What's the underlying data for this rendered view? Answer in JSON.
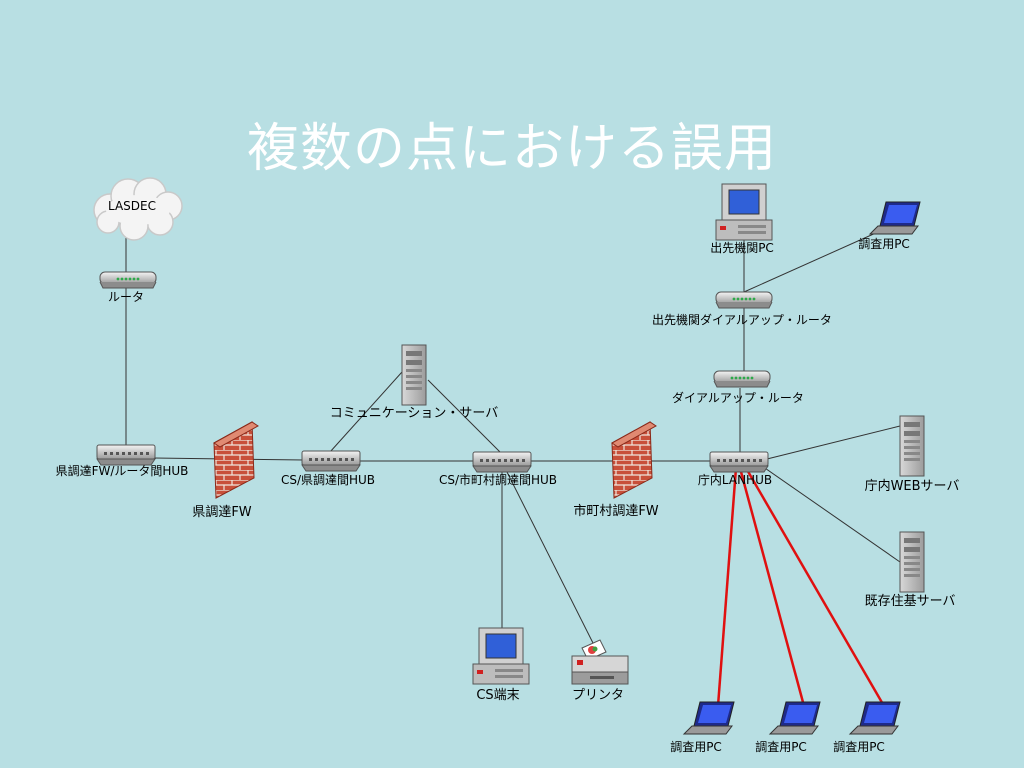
{
  "title": "複数の点における誤用",
  "colors": {
    "background": "#b8dfe3",
    "title": "#ffffff",
    "highlight_link": "#e01010",
    "link": "#333333"
  },
  "labels": {
    "lasdec": "LASDEC",
    "router": "ルータ",
    "pref_fw_router_hub": "県調達FW/ルータ間HUB",
    "pref_fw": "県調達FW",
    "cs_pref_hub": "CS/県調達間HUB",
    "comm_server": "コミュニケーション・サーバ",
    "cs_muni_hub": "CS/市町村調達間HUB",
    "muni_fw": "市町村調達FW",
    "office_lan_hub": "庁内LANHUB",
    "web_server": "庁内WEBサーバ",
    "resident_server": "既存住基サーバ",
    "branch_pc": "出先機関PC",
    "survey_pc_top": "調査用PC",
    "branch_dialup_router": "出先機関ダイアルアップ・ルータ",
    "dialup_router": "ダイアルアップ・ルータ",
    "cs_terminal": "CS端末",
    "printer": "プリンタ",
    "survey_pc_1": "調査用PC",
    "survey_pc_2": "調査用PC",
    "survey_pc_3": "調査用PC"
  }
}
